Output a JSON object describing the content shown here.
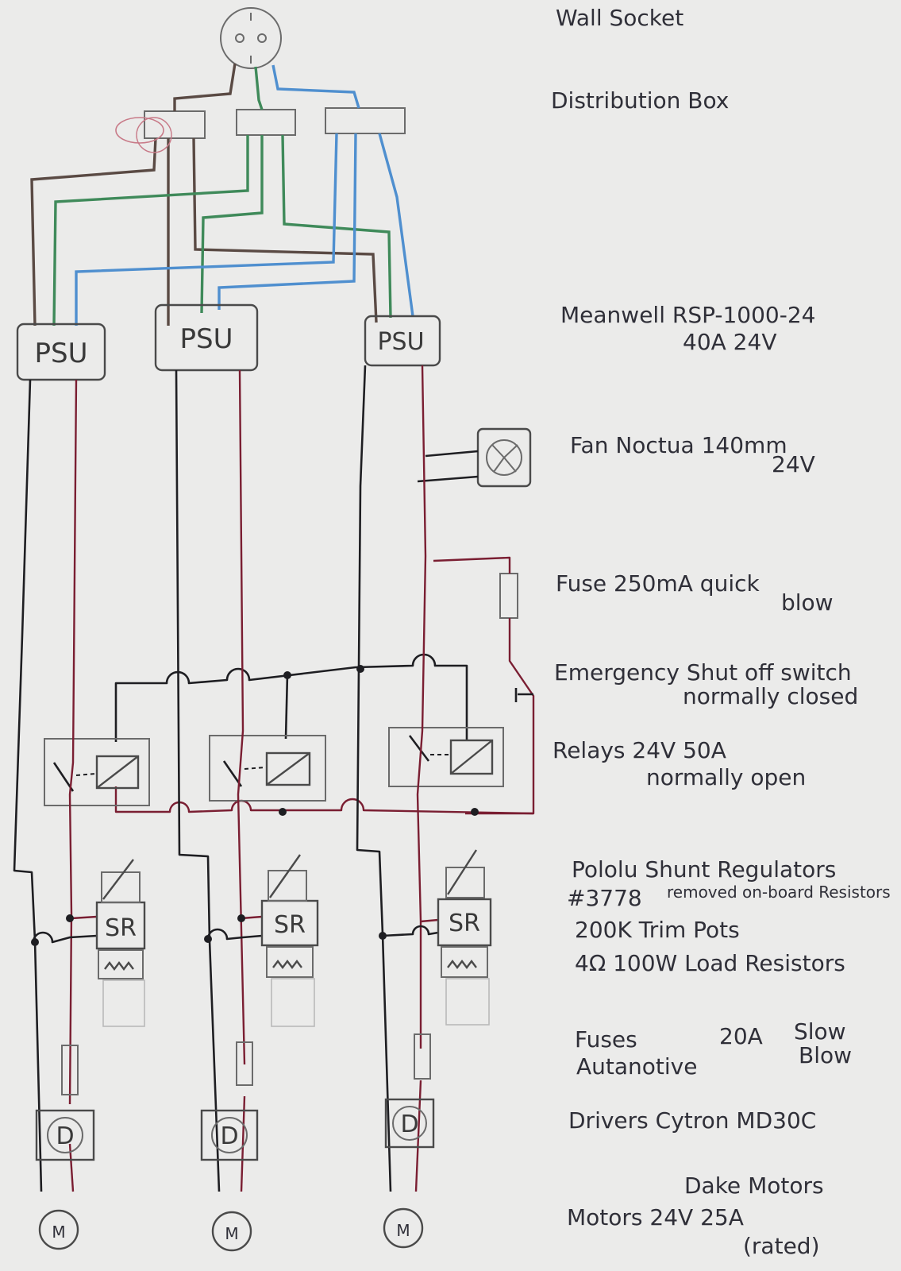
{
  "diagram": {
    "annotations": {
      "wall_socket": "Wall Socket",
      "distribution_box": "Distribution Box",
      "psu_line1": "Meanwell RSP-1000-24",
      "psu_line2": "40A 24V",
      "fan_line1": "Fan Noctua 140mm",
      "fan_line2": "24V",
      "fuse_line1": "Fuse 250mA quick",
      "fuse_line2": "blow",
      "estop_line1": "Emergency Shut off switch",
      "estop_line2": "normally closed",
      "relay_line1": "Relays 24V 50A",
      "relay_line2": "normally open",
      "shunt_line1": "Pololu Shunt Regulators",
      "shunt_line2": "#3778",
      "shunt_note": "removed on-board Resistors",
      "shunt_line3": "200K Trim Pots",
      "shunt_line4": "4Ω 100W Load Resistors",
      "fuses_line1": "Fuses",
      "fuses_line2": "Autanotive",
      "fuses_rating": "20A",
      "fuses_type1": "Slow",
      "fuses_type2": "Blow",
      "drivers_line": "Drivers Cytron MD30C",
      "motors_brand": "Dake Motors",
      "motors_line": "Motors 24V 25A",
      "motors_rated": "(rated)"
    },
    "block_labels": {
      "psu": "PSU",
      "shunt": "SR",
      "driver": "D",
      "motor": "M"
    }
  }
}
